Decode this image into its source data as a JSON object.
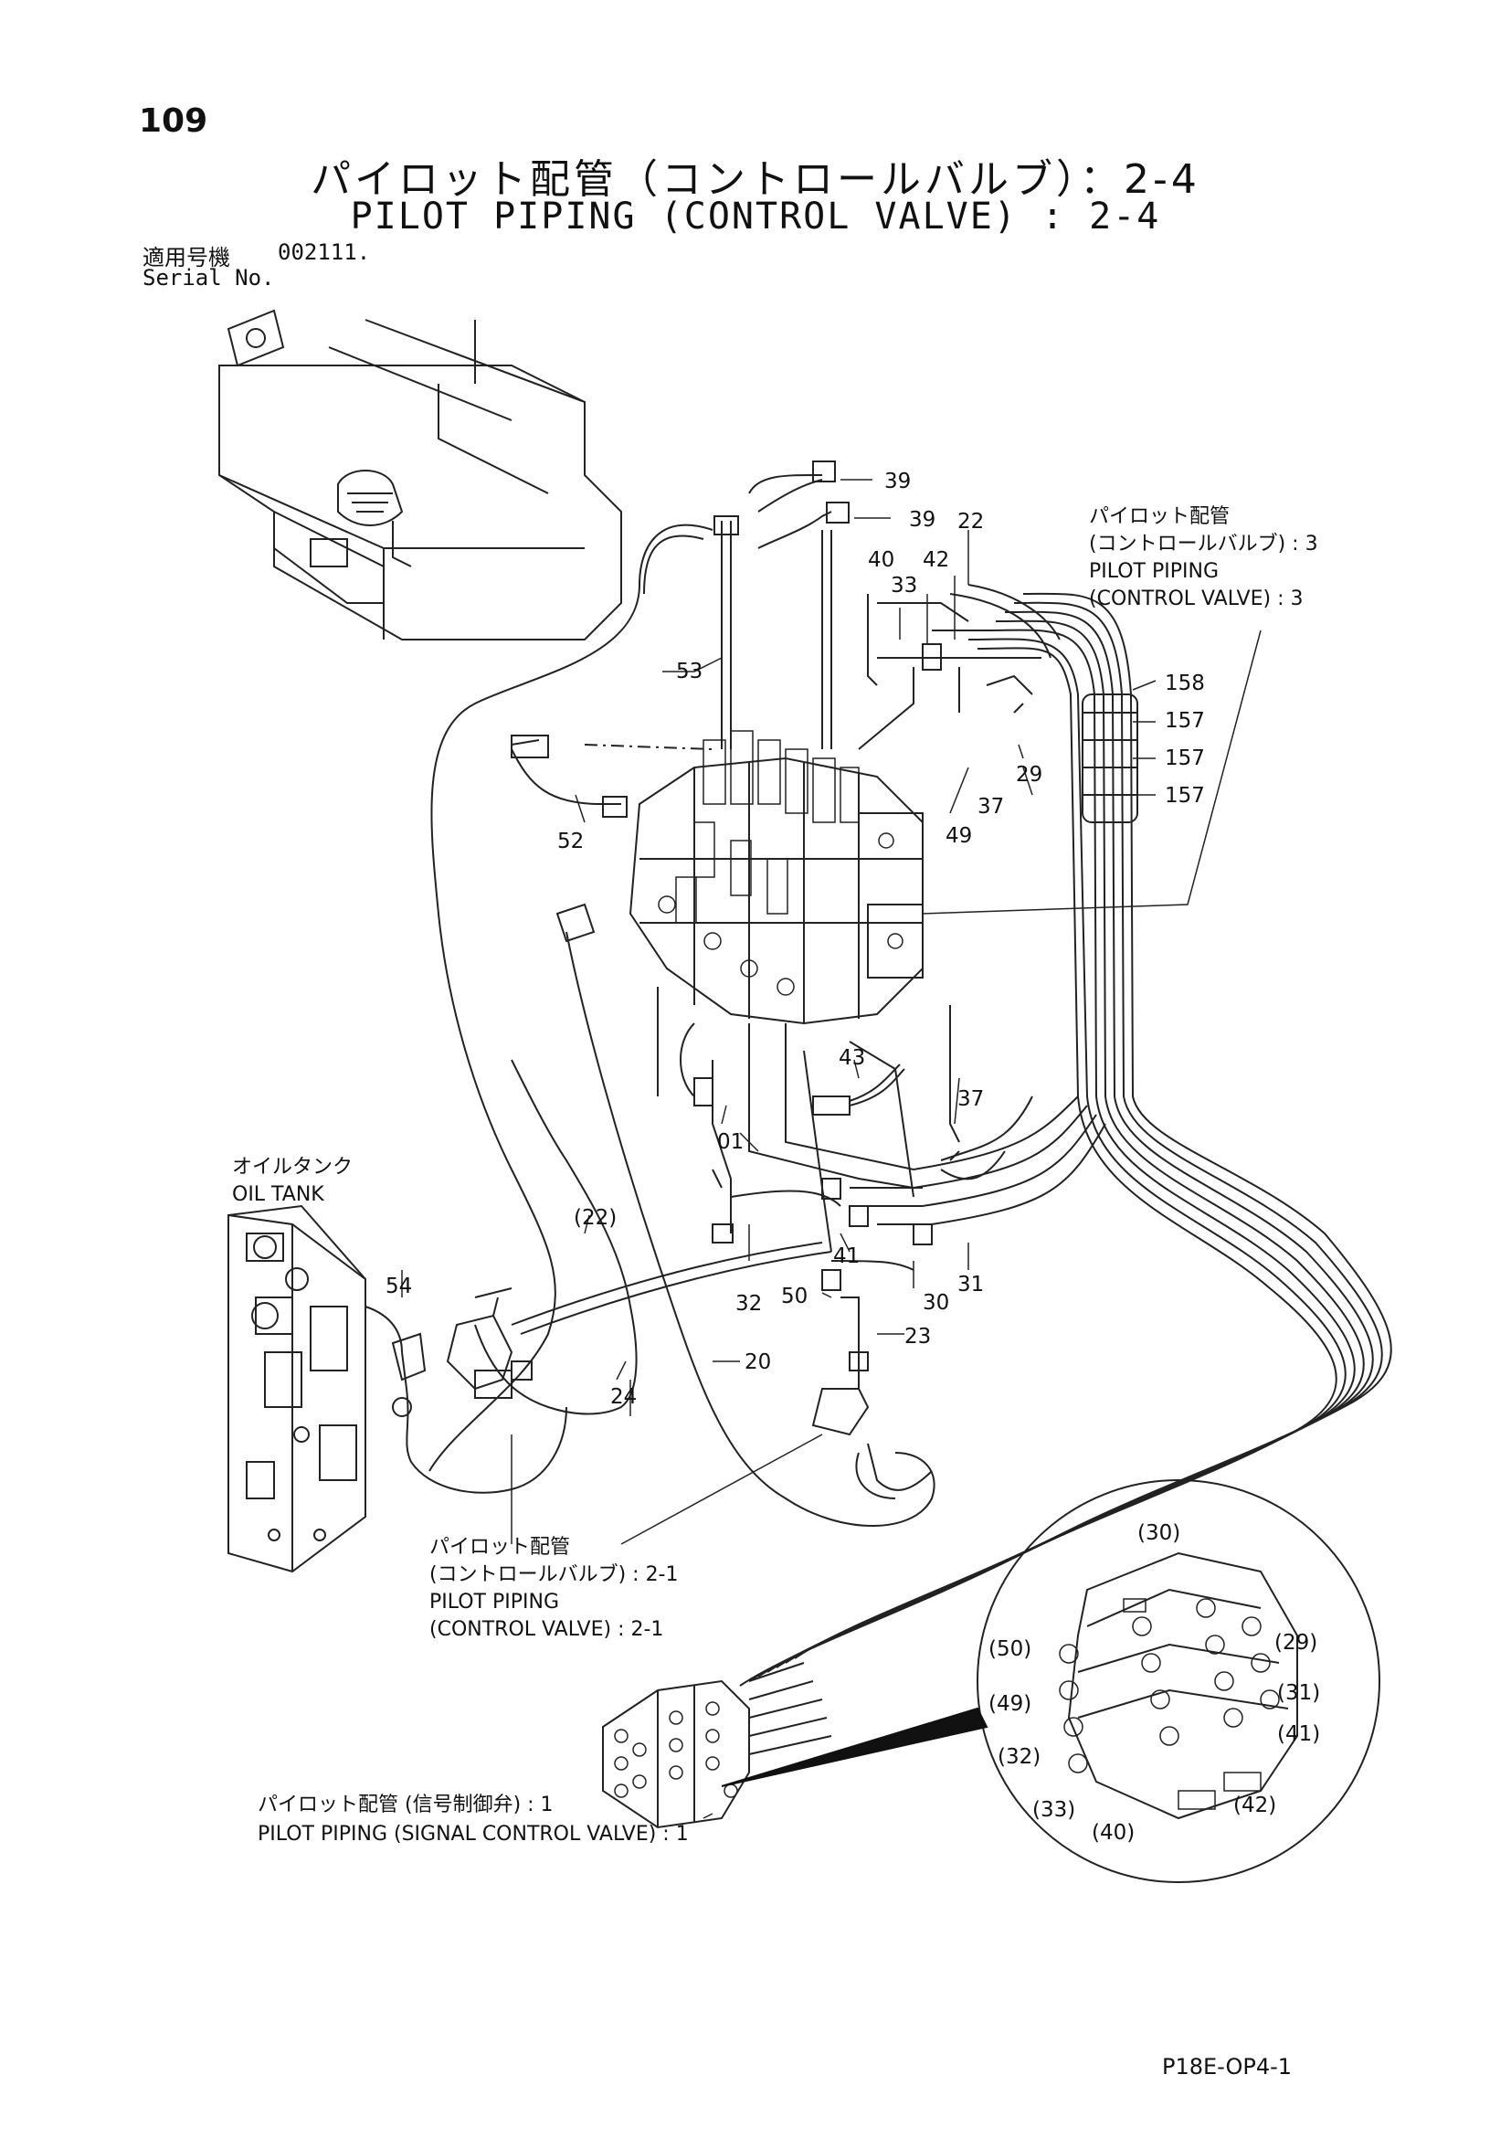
{
  "page_number": "109",
  "title": {
    "jp": "パイロット配管（コントロールバルブ）：2-4",
    "en": "PILOT PIPING (CONTROL VALVE) : 2-4"
  },
  "serial": {
    "label_jp": "適用号機",
    "value": "002111.",
    "label_en": "Serial No."
  },
  "oil_tank": {
    "jp": "オイルタンク",
    "en": "OIL TANK"
  },
  "references": {
    "cv3": {
      "jp1": "パイロット配管",
      "jp2": "(コントロールバルブ) : 3",
      "en1": "PILOT PIPING",
      "en2": "(CONTROL VALVE) : 3"
    },
    "cv21": {
      "jp1": "パイロット配管",
      "jp2": "(コントロールバルブ) : 2-1",
      "en1": "PILOT PIPING",
      "en2": "(CONTROL VALVE) : 2-1"
    },
    "scv1": {
      "jp": "パイロット配管 (信号制御弁) : 1",
      "en": "PILOT PIPING (SIGNAL CONTROL VALVE) : 1"
    }
  },
  "part_numbers": {
    "p39a": "39",
    "p39b": "39",
    "p22": "22",
    "p40": "40",
    "p42": "42",
    "p33": "33",
    "p53": "53",
    "p158": "158",
    "p157a": "157",
    "p157b": "157",
    "p157c": "157",
    "p52": "52",
    "p29": "29",
    "p37a": "37",
    "p49": "49",
    "p43": "43",
    "p37b": "37",
    "p01": "01",
    "p22p": "(22)",
    "p54": "54",
    "p41": "41",
    "p32": "32",
    "p50": "50",
    "p30": "30",
    "p31": "31",
    "p23": "23",
    "p20": "20",
    "p24": "24",
    "d30": "(30)",
    "d29": "(29)",
    "d50": "(50)",
    "d31": "(31)",
    "d49": "(49)",
    "d41": "(41)",
    "d32": "(32)",
    "d33": "(33)",
    "d42": "(42)",
    "d40": "(40)"
  },
  "doc_code": "P18E-OP4-1"
}
